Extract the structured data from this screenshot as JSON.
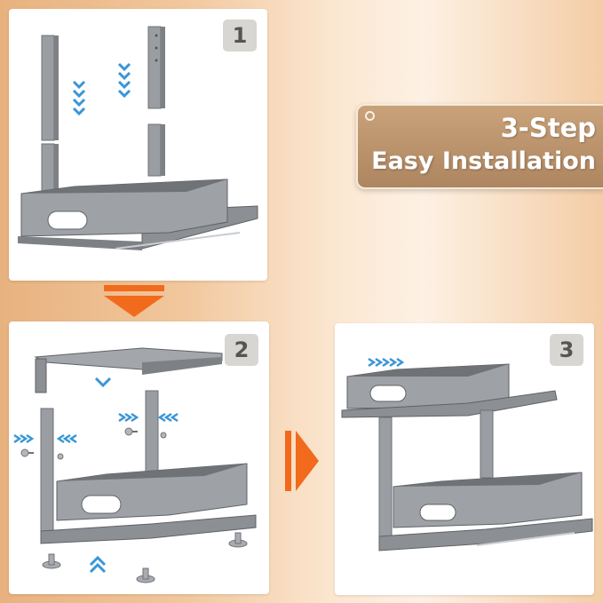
{
  "title": {
    "line1": "3-Step",
    "line2": "Easy Installation"
  },
  "steps": [
    {
      "number": "1"
    },
    {
      "number": "2"
    },
    {
      "number": "3"
    }
  ],
  "colors": {
    "accent_arrow": "#f26a1b",
    "hint_arrows": "#3a96d6",
    "title_card": "#b88d67",
    "product": "#8c8f94"
  },
  "icons": [
    "chevron-down-icon",
    "chevron-up-icon",
    "chevron-right-icon",
    "chevron-left-icon",
    "arrow-down-icon",
    "arrow-right-icon"
  ]
}
